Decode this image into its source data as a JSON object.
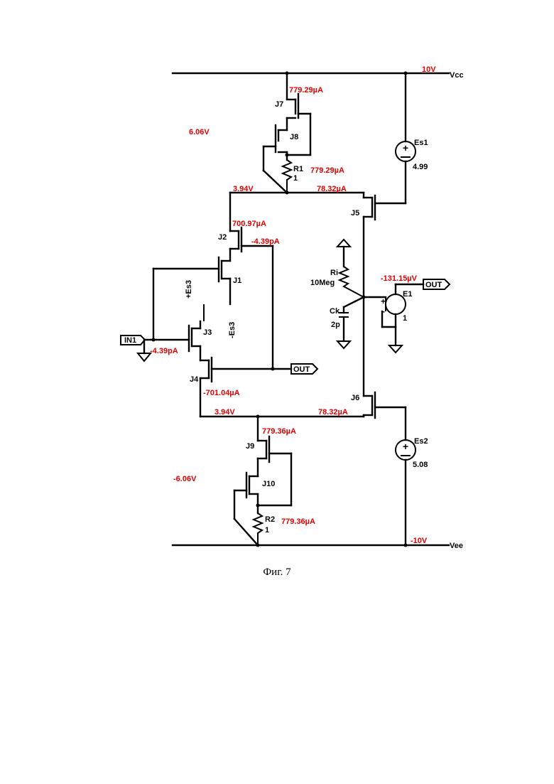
{
  "caption": "Фиг. 7",
  "rails": {
    "vcc": "Vcc",
    "vee": "Vee",
    "vcc_value": "10V",
    "vee_value": "-10V"
  },
  "components": {
    "J1": "J1",
    "J2": "J2",
    "J3": "J3",
    "J4": "J4",
    "J5": "J5",
    "J6": "J6",
    "J7": "J7",
    "J8": "J8",
    "J9": "J9",
    "J10": "J10",
    "R1": "R1",
    "R1_value": "1",
    "R2": "R2",
    "R2_value": "1",
    "Ri": "Ri",
    "Ri_value": "10Meg",
    "Ck": "Ck",
    "Ck_value": "2p",
    "Es1": "Es1",
    "Es1_value": "4.99",
    "Es2": "Es2",
    "Es2_value": "5.08",
    "E1": "E1",
    "E1_value": "1",
    "Es3_plus": "+Es3",
    "Es3_minus": "-Es3"
  },
  "ports": {
    "in": "IN1",
    "out_left": "OUT",
    "out_right": "OUT"
  },
  "measurements": {
    "v_top": "6.06V",
    "v_bottom": "-6.06V",
    "v_node_top": "3.94V",
    "v_node_bottom": "3.94V",
    "i_j7": "779.29µA",
    "i_r1": "779.29µA",
    "i_j5": "78.32µA",
    "i_j2": "700.97µA",
    "i_j1": "-4.39pA",
    "i_e1": "-131.15µV",
    "i_in": "-4.39pA",
    "i_j4": "-701.04µA",
    "i_j6": "78.32µA",
    "i_j9": "779.36µA",
    "i_r2": "779.36µA"
  }
}
